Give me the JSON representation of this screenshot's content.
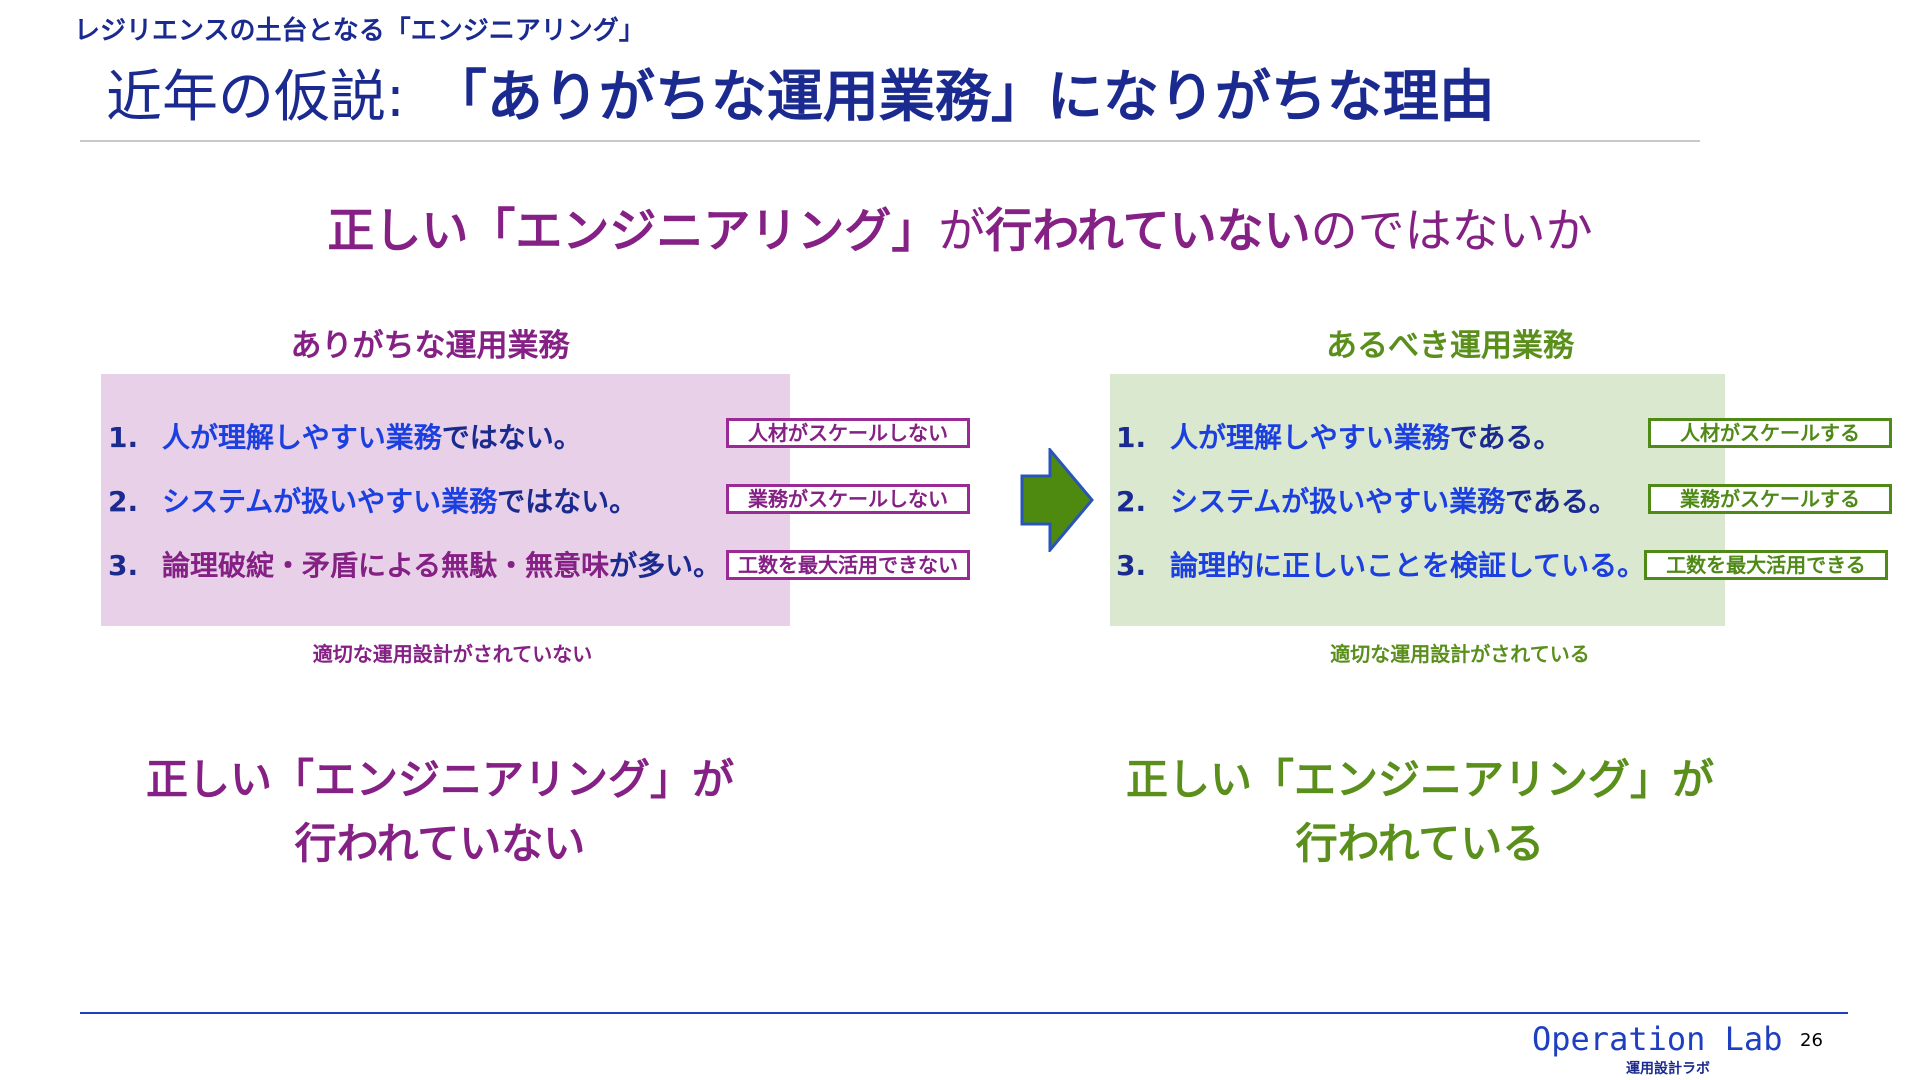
{
  "header": {
    "section_label": "レジリエンスの土台となる「エンジニアリング」",
    "title_prefix": "近年の仮説:",
    "title_emphasis": "「ありがちな運用業務」になりがちな理由"
  },
  "hypothesis": {
    "part1": "正しい「エンジニアリング」",
    "part2": "が",
    "part3": "行われていない",
    "part4": "のではないか"
  },
  "left_panel": {
    "heading": "ありがちな運用業務",
    "items": [
      {
        "number": "1.",
        "main": "人が理解しやすい業務",
        "suffix": "ではない。",
        "tag": "人材がスケールしない"
      },
      {
        "number": "2.",
        "main": "システムが扱いやすい業務",
        "suffix": "ではない。",
        "tag": "業務がスケールしない"
      },
      {
        "number": "3.",
        "main": "論理破綻・矛盾による無駄・無意味",
        "suffix": "が多い。",
        "tag": "工数を最大活用できない"
      }
    ],
    "caption": "適切な運用設計がされていない",
    "conclusion_line1": "正しい「エンジニアリング」が",
    "conclusion_line2": "行われていない"
  },
  "right_panel": {
    "heading": "あるべき運用業務",
    "items": [
      {
        "number": "1.",
        "main": "人が理解しやすい業務",
        "suffix": "である。",
        "tag": "人材がスケールする"
      },
      {
        "number": "2.",
        "main": "システムが扱いやすい業務",
        "suffix": "である。",
        "tag": "業務がスケールする"
      },
      {
        "number": "3.",
        "main": "論理的に正しいことを検証している。",
        "suffix": "",
        "tag": "工数を最大活用できる"
      }
    ],
    "caption": "適切な運用設計がされている",
    "conclusion_line1": "正しい「エンジニアリング」が",
    "conclusion_line2": "行われている"
  },
  "footer": {
    "brand": "Operation Lab",
    "brand_sub": "運用設計ラボ",
    "page_number": "26"
  },
  "colors": {
    "navy": "#1b2a8f",
    "purple": "#852085",
    "green": "#5a8f1c",
    "blue": "#1c3fe0",
    "arrow_green": "#4f8a10"
  },
  "icons": {
    "transition_arrow": "right-arrow-icon"
  }
}
